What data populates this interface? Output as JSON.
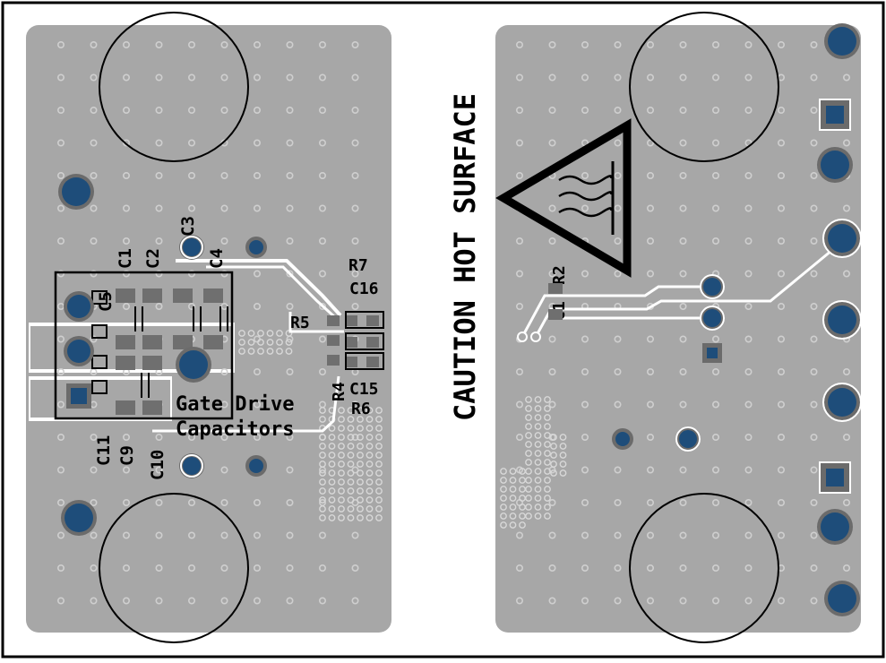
{
  "colors": {
    "board": "#a7a7a7",
    "frame": "#000000",
    "via_dot": "#cfcfcf",
    "via_ring": "#d8d8d8",
    "pad_blue": "#1e4d7a",
    "pad_ring": "#6b6b6b",
    "smd_pad": "#6f6f6f",
    "trace": "#ffffff",
    "silk": "#000000"
  },
  "left_board": {
    "labels": {
      "C1": "C1",
      "C2": "C2",
      "C3": "C3",
      "C4": "C4",
      "C5": "C5",
      "C9": "C9",
      "C10": "C10",
      "C11": "C11",
      "C15": "C15",
      "C16": "C16",
      "R4": "R4",
      "R5": "R5",
      "R6": "R6",
      "R7": "R7"
    },
    "callout_line1": "Gate Drive",
    "callout_line2": "Capacitors"
  },
  "right_board": {
    "warning_text": "CAUTION HOT SURFACE",
    "labels": {
      "R2": "R2",
      "C1": "C1"
    },
    "icon": "hot-surface-warning-icon"
  }
}
